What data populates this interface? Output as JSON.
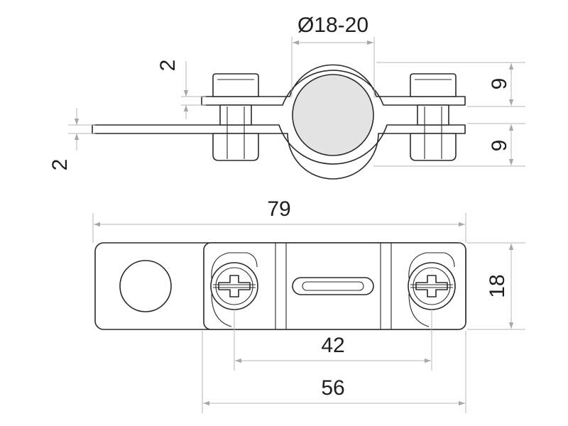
{
  "colors": {
    "pipe_fill": "#e3e3e3",
    "outline": "#2a2a2a",
    "dimension_line": "#b4b4b4",
    "background": "#ffffff"
  },
  "side_view": {
    "pipe_diameter": "Ø18-20",
    "sheet_thickness_upper": "2",
    "sheet_thickness_lower": "2",
    "height_upper": "9",
    "height_lower": "9"
  },
  "top_view": {
    "total_length": "79",
    "width": "18",
    "screw_spacing": "42",
    "clamp_length": "56"
  }
}
